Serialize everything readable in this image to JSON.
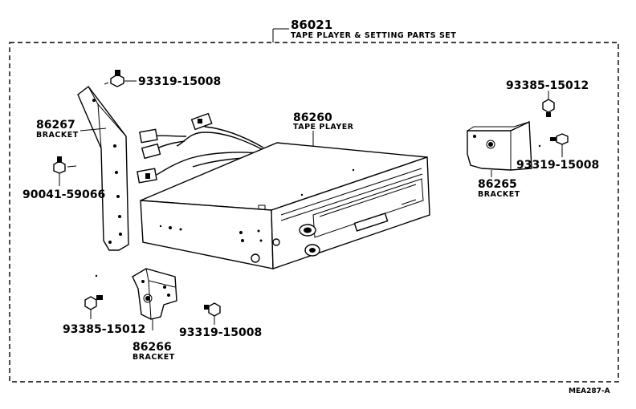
{
  "set": {
    "part_no": "86021",
    "description": "TAPE PLAYER & SETTING PARTS SET"
  },
  "parts": {
    "tape_player": {
      "part_no": "86260",
      "name": "TAPE PLAYER"
    },
    "bracket_left": {
      "part_no": "86267",
      "name": "BRACKET"
    },
    "bracket_right": {
      "part_no": "86265",
      "name": "BRACKET"
    },
    "bracket_bottom": {
      "part_no": "86266",
      "name": "BRACKET"
    },
    "screw_top_left": {
      "part_no": "93319-15008"
    },
    "screw_left": {
      "part_no": "90041-59066"
    },
    "screw_bottom_left": {
      "part_no": "93385-15012"
    },
    "screw_bottom_mid": {
      "part_no": "93319-15008"
    },
    "screw_right_top": {
      "part_no": "93385-15012"
    },
    "screw_right_mid": {
      "part_no": "93319-15008"
    }
  },
  "diagram_code": "MEA287-A"
}
